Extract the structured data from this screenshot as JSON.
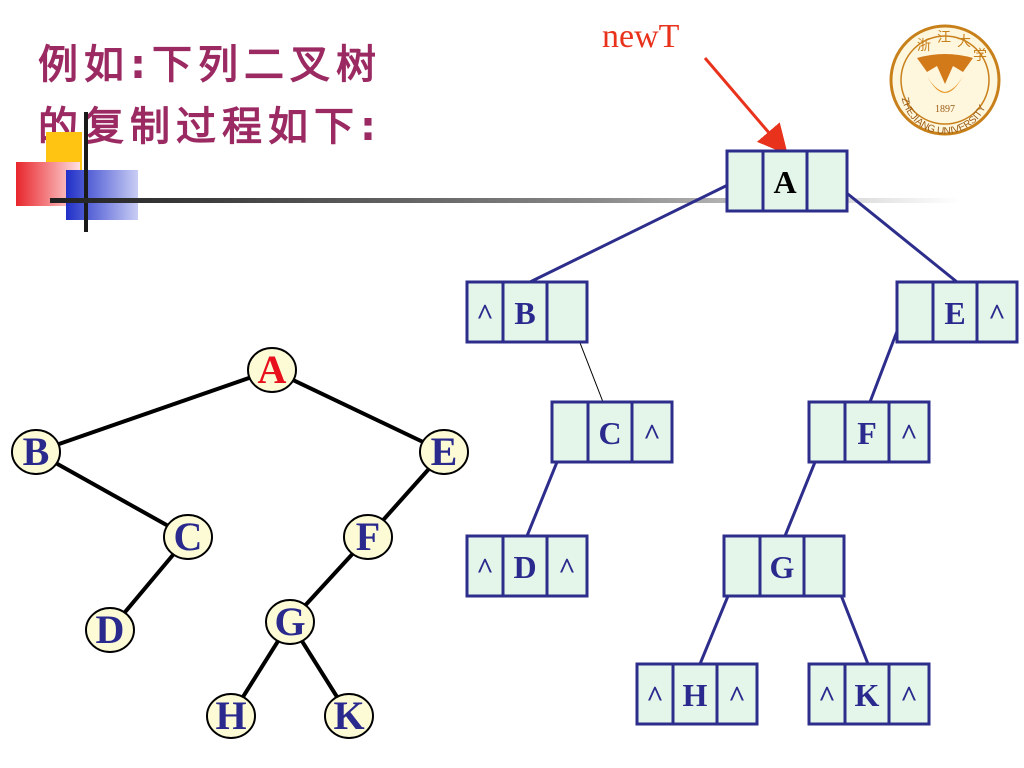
{
  "title": {
    "line1": "例如:下列二叉树",
    "line2": "的复制过程如下:"
  },
  "pointer_label": "newT",
  "logo": {
    "name": "zhejiang-university-logo",
    "year": "1897",
    "text": "ZHEJIANG UNIVERSITY"
  },
  "colors": {
    "title": "#9b2a62",
    "pointer": "#e8321c",
    "node_fill": "#fdfbd6",
    "node_text": "#2a2a8e",
    "root_text": "#e8101c",
    "box_fill": "#e3f6e9",
    "box_border": "#2d2d8c"
  },
  "source_tree": {
    "nodes": [
      {
        "id": "A",
        "label": "A"
      },
      {
        "id": "B",
        "label": "B"
      },
      {
        "id": "E",
        "label": "E"
      },
      {
        "id": "C",
        "label": "C"
      },
      {
        "id": "F",
        "label": "F"
      },
      {
        "id": "D",
        "label": "D"
      },
      {
        "id": "G",
        "label": "G"
      },
      {
        "id": "H",
        "label": "H"
      },
      {
        "id": "K",
        "label": "K"
      }
    ],
    "edges": [
      [
        "A",
        "B"
      ],
      [
        "A",
        "E"
      ],
      [
        "B",
        "C"
      ],
      [
        "C",
        "D"
      ],
      [
        "E",
        "F"
      ],
      [
        "F",
        "G"
      ],
      [
        "G",
        "H"
      ],
      [
        "G",
        "K"
      ]
    ]
  },
  "copied_tree": {
    "nodes": [
      {
        "id": "A",
        "left": "",
        "data": "A",
        "right": ""
      },
      {
        "id": "B",
        "left": "^",
        "data": "B",
        "right": ""
      },
      {
        "id": "E",
        "left": "",
        "data": "E",
        "right": "^"
      },
      {
        "id": "C",
        "left": "",
        "data": "C",
        "right": "^"
      },
      {
        "id": "F",
        "left": "",
        "data": "F",
        "right": "^"
      },
      {
        "id": "D",
        "left": "^",
        "data": "D",
        "right": "^"
      },
      {
        "id": "G",
        "left": "",
        "data": "G",
        "right": ""
      },
      {
        "id": "H",
        "left": "^",
        "data": "H",
        "right": "^"
      },
      {
        "id": "K",
        "left": "^",
        "data": "K",
        "right": "^"
      }
    ],
    "edges": [
      [
        "A",
        "B"
      ],
      [
        "A",
        "E"
      ],
      [
        "B",
        "C"
      ],
      [
        "C",
        "D"
      ],
      [
        "E",
        "F"
      ],
      [
        "F",
        "G"
      ],
      [
        "G",
        "H"
      ],
      [
        "G",
        "K"
      ]
    ]
  }
}
